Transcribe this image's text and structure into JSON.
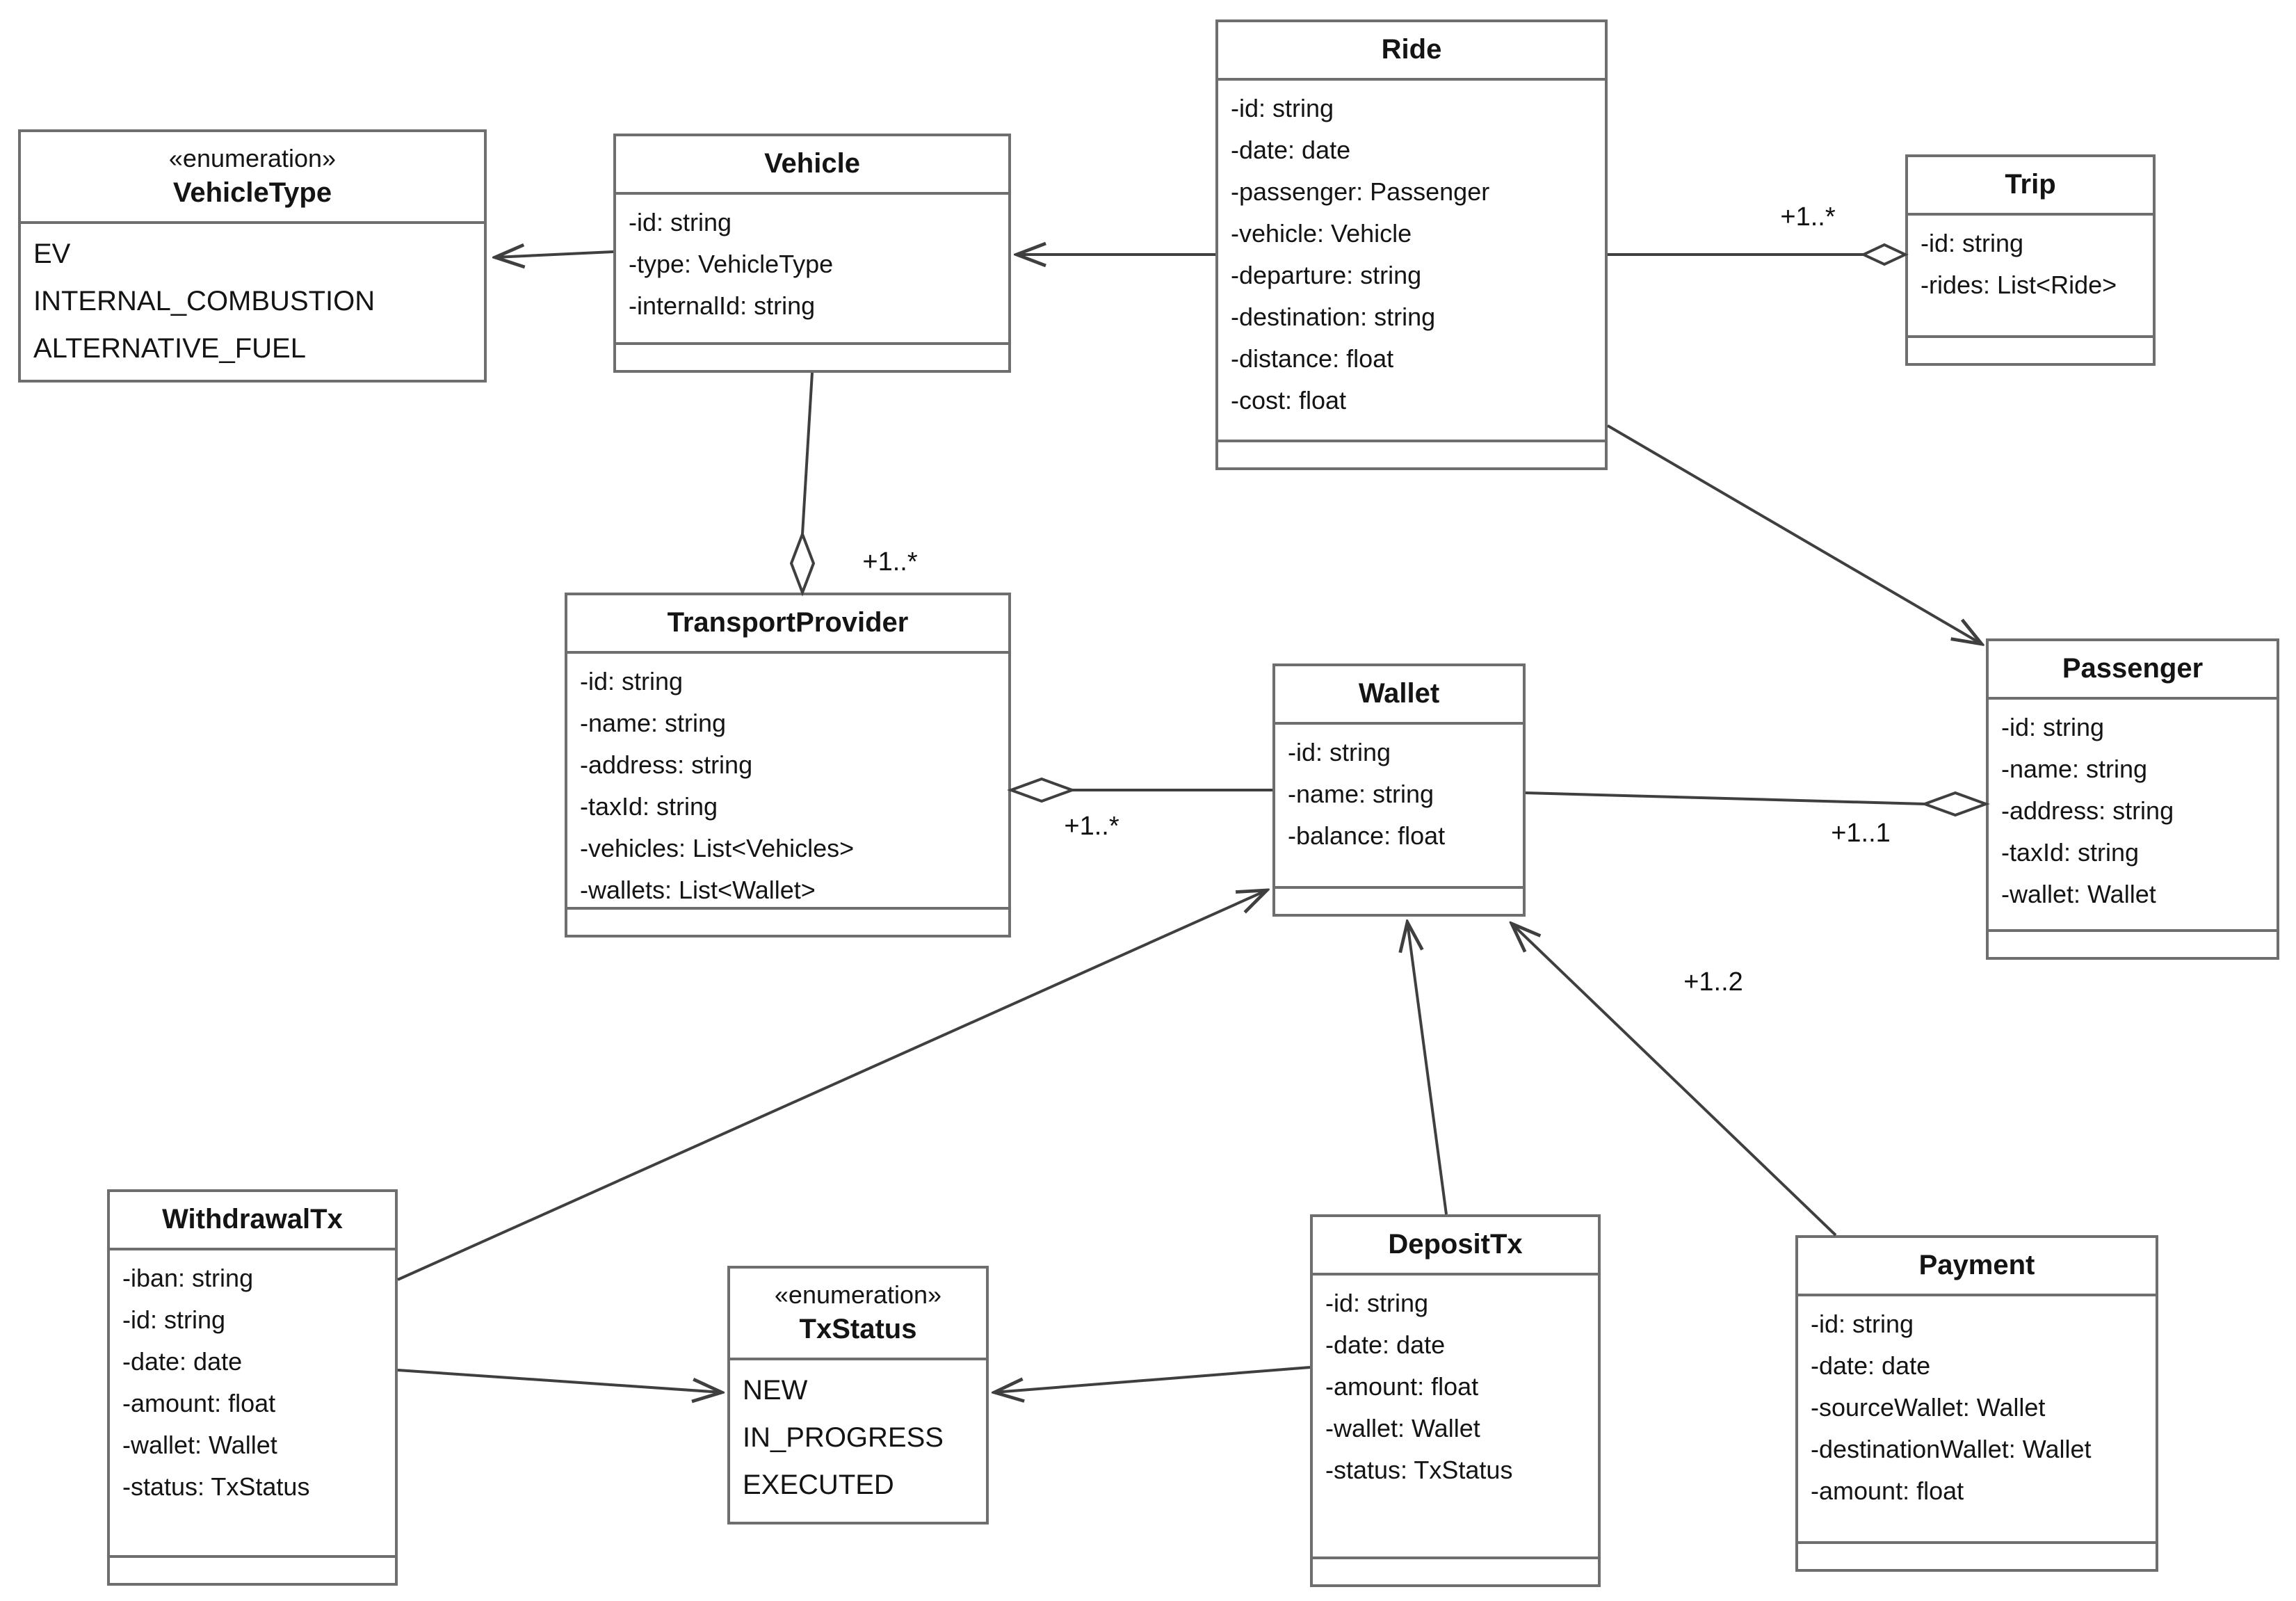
{
  "diagram": {
    "type": "uml-class-diagram",
    "background_color": "#ffffff",
    "box_border_color": "#6e6e6e",
    "line_color": "#3f3f3f",
    "classes": [
      {
        "id": "vehicletype",
        "stereotype": "«enumeration»",
        "name": "VehicleType",
        "literals": [
          "EV",
          "INTERNAL_COMBUSTION",
          "ALTERNATIVE_FUEL"
        ]
      },
      {
        "id": "vehicle",
        "name": "Vehicle",
        "attributes": [
          "-id: string",
          "-type: VehicleType",
          "-internalId: string"
        ]
      },
      {
        "id": "ride",
        "name": "Ride",
        "attributes": [
          "-id: string",
          "-date: date",
          "-passenger: Passenger",
          "-vehicle: Vehicle",
          "-departure: string",
          "-destination: string",
          "-distance: float",
          "-cost: float"
        ]
      },
      {
        "id": "trip",
        "name": "Trip",
        "attributes": [
          "-id: string",
          "-rides: List<Ride>"
        ]
      },
      {
        "id": "transportprovider",
        "name": "TransportProvider",
        "attributes": [
          "-id: string",
          "-name: string",
          "-address: string",
          "-taxId: string",
          "-vehicles: List<Vehicles>",
          "-wallets: List<Wallet>"
        ]
      },
      {
        "id": "wallet",
        "name": "Wallet",
        "attributes": [
          "-id: string",
          "-name: string",
          "-balance: float"
        ]
      },
      {
        "id": "passenger",
        "name": "Passenger",
        "attributes": [
          "-id: string",
          "-name: string",
          "-address: string",
          "-taxId: string",
          "-wallet: Wallet"
        ]
      },
      {
        "id": "withdrawaltx",
        "name": "WithdrawalTx",
        "attributes": [
          "-iban: string",
          "-id: string",
          "-date: date",
          "-amount: float",
          "-wallet: Wallet",
          "-status: TxStatus"
        ]
      },
      {
        "id": "txstatus",
        "stereotype": "«enumeration»",
        "name": "TxStatus",
        "literals": [
          "NEW",
          "IN_PROGRESS",
          "EXECUTED"
        ]
      },
      {
        "id": "deposittx",
        "name": "DepositTx",
        "attributes": [
          "-id: string",
          "-date: date",
          "-amount: float",
          "-wallet: Wallet",
          "-status: TxStatus"
        ]
      },
      {
        "id": "payment",
        "name": "Payment",
        "attributes": [
          "-id: string",
          "-date: date",
          "-sourceWallet: Wallet",
          "-destinationWallet: Wallet",
          "-amount: float"
        ]
      }
    ],
    "relationships": [
      {
        "id": "vehicle-vehicletype",
        "from": "Vehicle",
        "to": "VehicleType",
        "kind": "association-arrow",
        "label": ""
      },
      {
        "id": "ride-vehicle",
        "from": "Ride",
        "to": "Vehicle",
        "kind": "association-arrow",
        "label": ""
      },
      {
        "id": "ride-trip",
        "from": "Ride",
        "to": "Trip",
        "kind": "aggregation-diamond-at-trip",
        "label": "+1..*"
      },
      {
        "id": "vehicle-transportprovider",
        "from": "Vehicle",
        "to": "TransportProvider",
        "kind": "aggregation-diamond-at-transportprovider",
        "label": "+1..*"
      },
      {
        "id": "transportprovider-wallet",
        "from": "Wallet",
        "to": "TransportProvider",
        "kind": "aggregation-diamond-at-transportprovider",
        "label": "+1..*"
      },
      {
        "id": "wallet-passenger",
        "from": "Wallet",
        "to": "Passenger",
        "kind": "aggregation-diamond-at-passenger",
        "label": "+1..1"
      },
      {
        "id": "ride-passenger",
        "from": "Ride",
        "to": "Passenger",
        "kind": "association-arrow",
        "label": ""
      },
      {
        "id": "withdrawaltx-wallet",
        "from": "WithdrawalTx",
        "to": "Wallet",
        "kind": "association-arrow",
        "label": ""
      },
      {
        "id": "withdrawaltx-txstatus",
        "from": "WithdrawalTx",
        "to": "TxStatus",
        "kind": "association-arrow",
        "label": ""
      },
      {
        "id": "deposittx-txstatus",
        "from": "DepositTx",
        "to": "TxStatus",
        "kind": "association-arrow",
        "label": ""
      },
      {
        "id": "deposittx-wallet",
        "from": "DepositTx",
        "to": "Wallet",
        "kind": "association-arrow",
        "label": ""
      },
      {
        "id": "payment-wallet",
        "from": "Payment",
        "to": "Wallet",
        "kind": "association-arrow",
        "label": "+1..2"
      }
    ]
  }
}
